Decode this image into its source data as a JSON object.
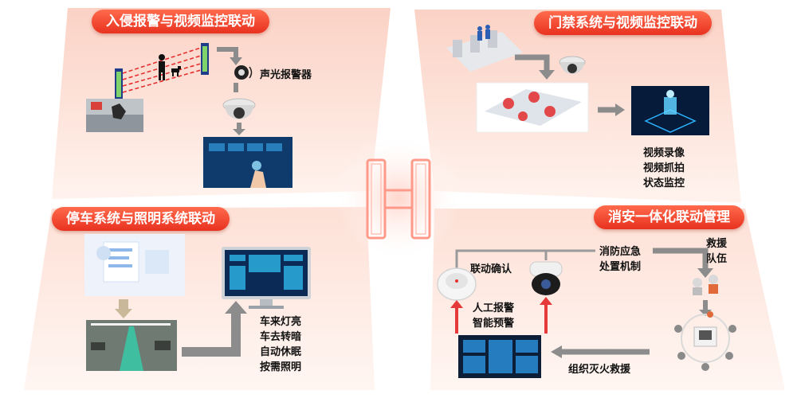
{
  "center_logo": "H",
  "panels": {
    "top_left": {
      "title": "入侵报警与视频监控联动",
      "alarm_label": "声光报警器"
    },
    "top_right": {
      "title": "门禁系统与视频监控联动",
      "features": [
        "视频录像",
        "视频抓拍",
        "状态监控"
      ]
    },
    "bottom_left": {
      "title": "停车系统与照明系统联动",
      "features": [
        "车来灯亮",
        "车去转暗",
        "自动休眠",
        "按需照明"
      ]
    },
    "bottom_right": {
      "title": "消安一体化联动管理",
      "confirm_label": "联动确认",
      "response_label": [
        "消防应急",
        "处置机制"
      ],
      "rescue_label": [
        "救援",
        "队伍"
      ],
      "alarm_label": [
        "人工报警",
        "智能预警"
      ],
      "fire_label": "组织灭火救援"
    }
  },
  "colors": {
    "accent": "#e8321f",
    "panel_tint": "#fde3da",
    "arrow_gray": "#8c8c8c",
    "arrow_red": "#e63a3a",
    "screen_blue": "#0b2a55"
  }
}
